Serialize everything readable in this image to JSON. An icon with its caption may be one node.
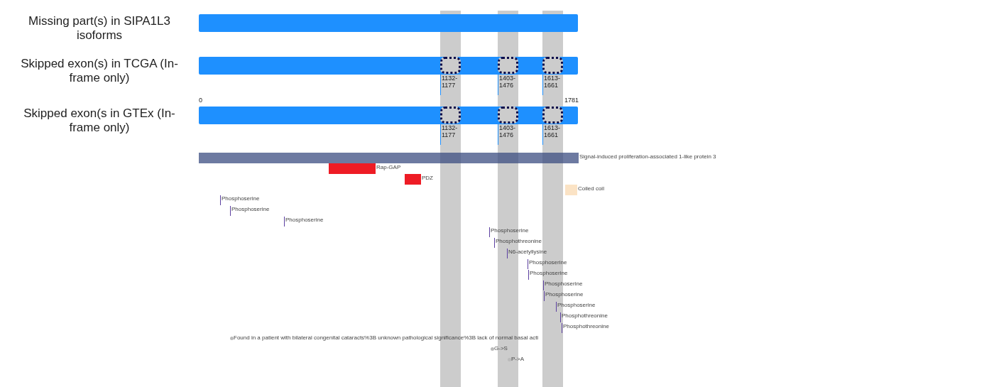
{
  "diagram": {
    "nodes": [
      {
        "text": [],
        "shape": "bar",
        "beside": [
          "Missing part(s) in SIPA1L3 isoforms"
        ]
      },
      {
        "text": [],
        "shape": "bar",
        "beside": [
          "Skipped exon(s) in TCGA (In-frame only)"
        ]
      },
      {
        "text": [],
        "shape": "box",
        "in": 1,
        "beside": [
          "1132- 1177"
        ]
      },
      {
        "text": [],
        "shape": "box",
        "in": 1,
        "beside": [
          "1403- 1476"
        ]
      },
      {
        "text": [],
        "shape": "box",
        "in": 1,
        "beside": [
          "1613- 1661"
        ]
      },
      {
        "text": [],
        "shape": "bar",
        "beside": [
          "Skipped exon(s in GTEx (In-frame only)"
        ]
      },
      {
        "text": [],
        "shape": "box",
        "in": 5,
        "beside": [
          "1132- 1177"
        ]
      },
      {
        "text": [],
        "shape": "box",
        "in": 5,
        "beside": [
          "1403- 1476"
        ]
      },
      {
        "text": [],
        "shape": "box",
        "in": 5,
        "beside": [
          "1613- 1661"
        ]
      },
      {
        "text": [],
        "shape": "bar",
        "beside": [
          "Signal-induced proliferation-associated 1-like protein 3"
        ]
      },
      {
        "text": [],
        "shape": "bar",
        "beside": [
          "Rap-GAP"
        ]
      },
      {
        "text": [],
        "shape": "bar",
        "beside": [
          "PDZ"
        ]
      },
      {
        "text": [],
        "shape": "bar",
        "beside": [
          "Coiled coil"
        ]
      }
    ],
    "labels": [
      "0",
      "1781",
      "Phosphoserine",
      "Phosphoserine",
      "Phosphoserine",
      "Phosphoserine",
      "Phosphothreonine",
      "N6-acetyllysine",
      "Phosphoserine",
      "Phosphoserine",
      "Phosphoserine",
      "Phosphoserine",
      "Phosphoserine",
      "Phosphothreonine",
      "Phosphothreonine",
      "Found in a patient with bilateral congenital cataracts%3B unknown pathological significance%3B lack of normal basal acti",
      "G->S",
      "P->A"
    ]
  }
}
